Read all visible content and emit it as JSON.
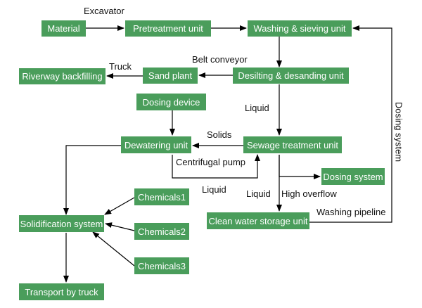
{
  "nodes": {
    "material": "Material",
    "pretreatment": "Pretreatment unit",
    "washing": "Washing & sieving unit",
    "sand_plant": "Sand plant",
    "riverway": "Riverway backfilling",
    "desilting": "Desilting & desanding unit",
    "dosing_device": "Dosing device",
    "dewatering": "Dewatering unit",
    "sewage": "Sewage treatment unit",
    "dosing_system_box": "Dosing system",
    "chemicals1": "Chemicals1",
    "chemicals2": "Chemicals2",
    "chemicals3": "Chemicals3",
    "solidification": "Solidification system",
    "clean_water": "Clean water storage unit",
    "transport": "Transport by truck"
  },
  "labels": {
    "excavator": "Excavator",
    "truck": "Truck",
    "belt_conveyor": "Belt conveyor",
    "liquid_1": "Liquid",
    "solids": "Solids",
    "centrifugal_pump": "Centrifugal pump",
    "liquid_2": "Liquid",
    "liquid_3": "Liquid",
    "high_overflow": "High overflow",
    "washing_pipeline": "Washing pipeline",
    "dosing_system_vertical": "Dosing system"
  },
  "colors": {
    "node_fill": "#4a9d5b",
    "node_text": "#ffffff",
    "line": "#000000"
  }
}
